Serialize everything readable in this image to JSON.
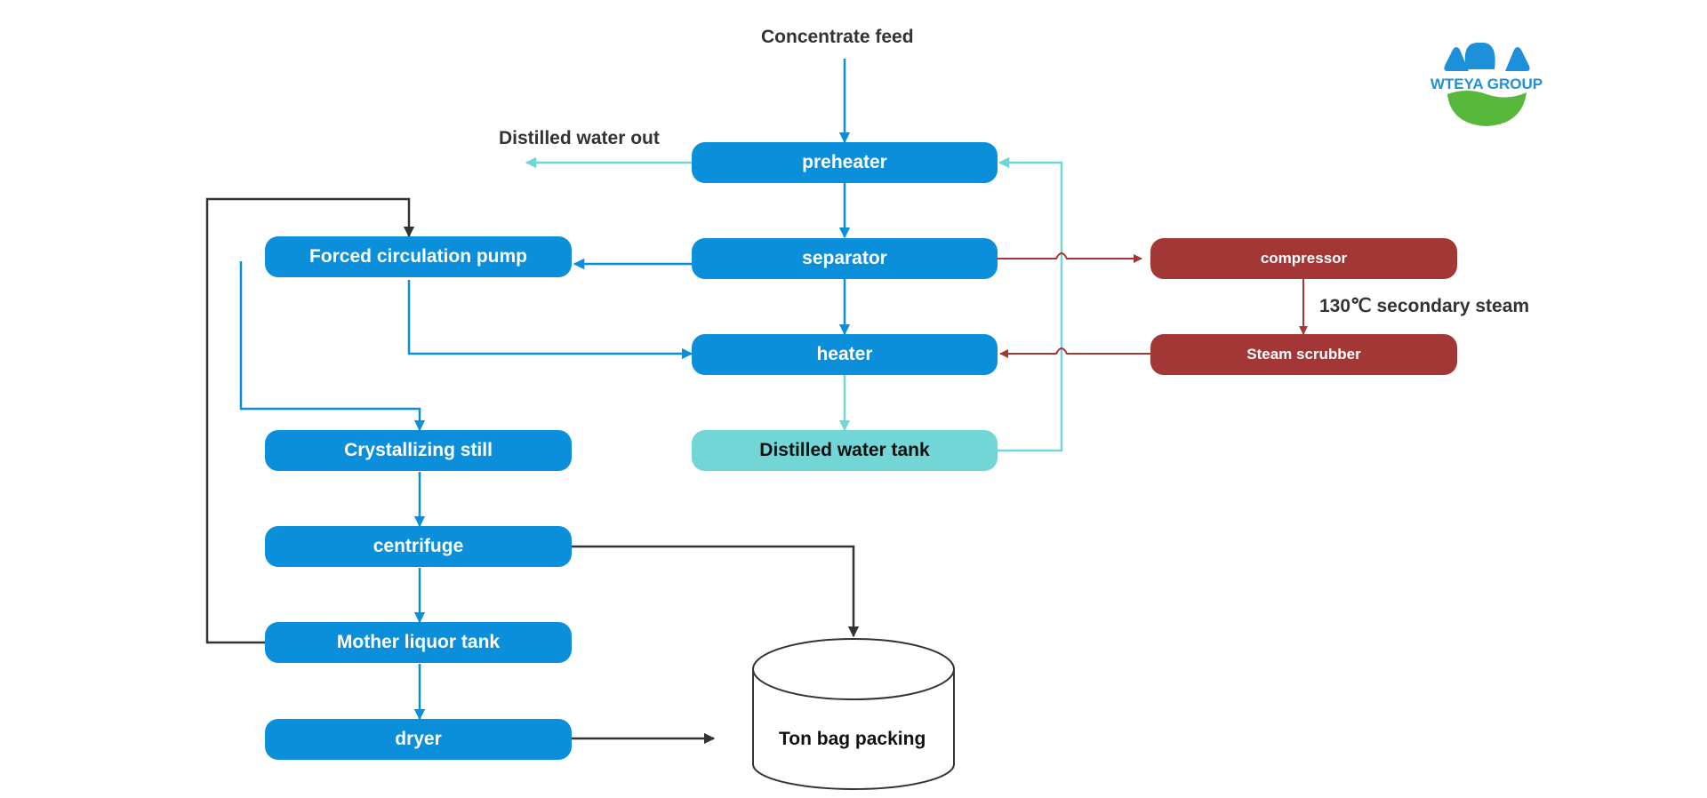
{
  "diagram": {
    "inputs": {
      "concentrate_feed": "Concentrate feed",
      "distilled_water_out": "Distilled water out",
      "secondary_steam": "130℃ secondary steam"
    },
    "nodes": {
      "preheater": "preheater",
      "separator": "separator",
      "heater": "heater",
      "distilled_water_tank": "Distilled water tank",
      "forced_circulation_pump": "Forced circulation pump",
      "crystallizing_still": "Crystallizing still",
      "centrifuge": "centrifuge",
      "mother_liquor_tank": "Mother liquor tank",
      "dryer": "dryer",
      "compressor": "compressor",
      "steam_scrubber": "Steam scrubber",
      "ton_bag_packing": "Ton bag packing"
    },
    "colors": {
      "process_blue": "#0c8fda",
      "steam_red": "#a23735",
      "water_cyan": "#72d6d6",
      "line_dark": "#333333"
    }
  },
  "logo": {
    "text": "WTEYA GROUP",
    "icon": "wteya-group-logo"
  }
}
